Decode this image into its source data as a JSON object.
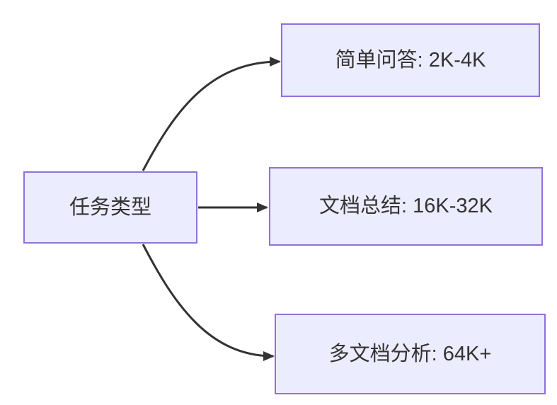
{
  "diagram": {
    "type": "flowchart-lr",
    "nodes": [
      {
        "id": "root",
        "label": "任务类型"
      },
      {
        "id": "simple-qa",
        "label": "简单问答: 2K-4K"
      },
      {
        "id": "doc-summary",
        "label": "文档总结: 16K-32K"
      },
      {
        "id": "multi-doc",
        "label": "多文档分析: 64K+"
      }
    ],
    "edges": [
      {
        "from": "root",
        "to": "simple-qa"
      },
      {
        "from": "root",
        "to": "doc-summary"
      },
      {
        "from": "root",
        "to": "multi-doc"
      }
    ],
    "colors": {
      "node_fill": "#ECECFF",
      "node_border": "#9370DB",
      "edge_stroke": "#333333",
      "text": "#333333",
      "background": "#ffffff"
    }
  }
}
